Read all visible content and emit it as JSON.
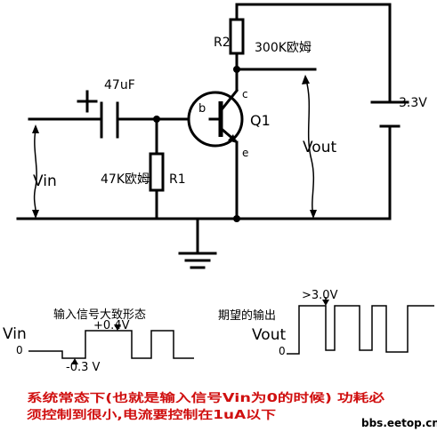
{
  "circuit": {
    "cap_value": "47uF",
    "cap_polarity": "+",
    "r2_name": "R2",
    "r2_value": "300K欧姆",
    "r1_name": "R1",
    "r1_value": "47K欧姆",
    "transistor_name": "Q1",
    "base_pin": "b",
    "collector_pin": "c",
    "emitter_pin": "e",
    "supply_voltage": "3.3V",
    "vin_label": "Vin",
    "vout_label": "Vout"
  },
  "input_wave": {
    "title": "输入信号大致形态",
    "axis_label": "Vin",
    "zero_label": "0",
    "high_label": "+0.4V",
    "low_label": "-0.3 V"
  },
  "output_wave": {
    "title": "期望的输出",
    "axis_label": "Vout",
    "zero_label": "0",
    "high_label": ">3.0V"
  },
  "note": {
    "line1": "系统常态下(也就是输入信号Vin为0的时候) 功耗必",
    "line2": "须控制到很小,电流要控制在1uA以下"
  },
  "watermark": "bbs.eetop.cn",
  "colors": {
    "note": "#d01010",
    "line": "#000000",
    "background": "#ffffff"
  }
}
